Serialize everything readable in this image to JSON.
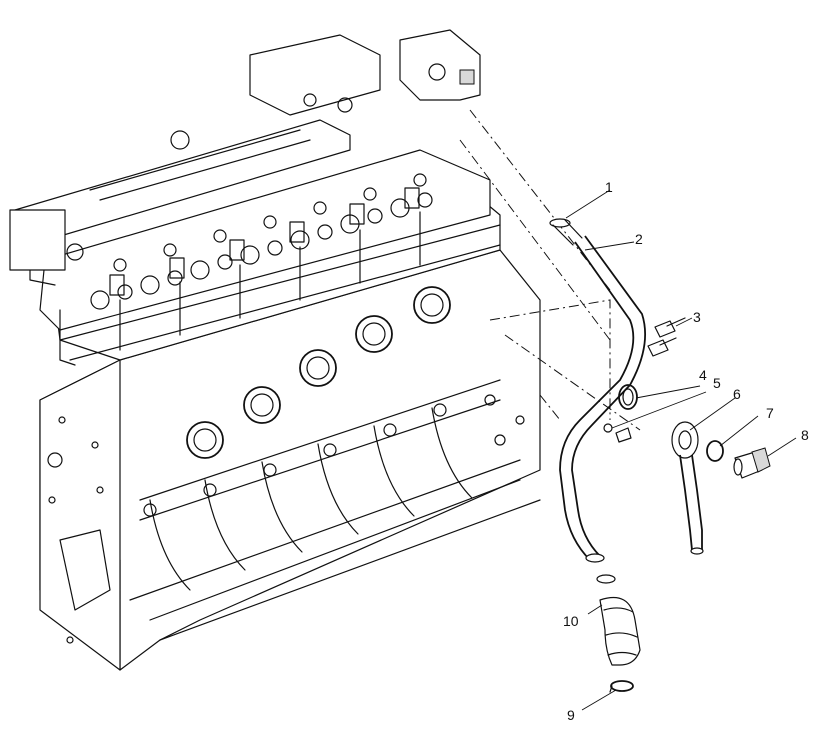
{
  "diagram": {
    "callouts": [
      {
        "id": "callout-1",
        "text": "1"
      },
      {
        "id": "callout-2",
        "text": "2"
      },
      {
        "id": "callout-3",
        "text": "3"
      },
      {
        "id": "callout-4",
        "text": "4"
      },
      {
        "id": "callout-5",
        "text": "5"
      },
      {
        "id": "callout-6",
        "text": "6"
      },
      {
        "id": "callout-7",
        "text": "7"
      },
      {
        "id": "callout-8",
        "text": "8"
      },
      {
        "id": "callout-9",
        "text": "9"
      },
      {
        "id": "callout-10",
        "text": "10"
      }
    ],
    "colors": {
      "line": "#111111",
      "background": "#ffffff",
      "shade": "#d9d9d9"
    }
  }
}
